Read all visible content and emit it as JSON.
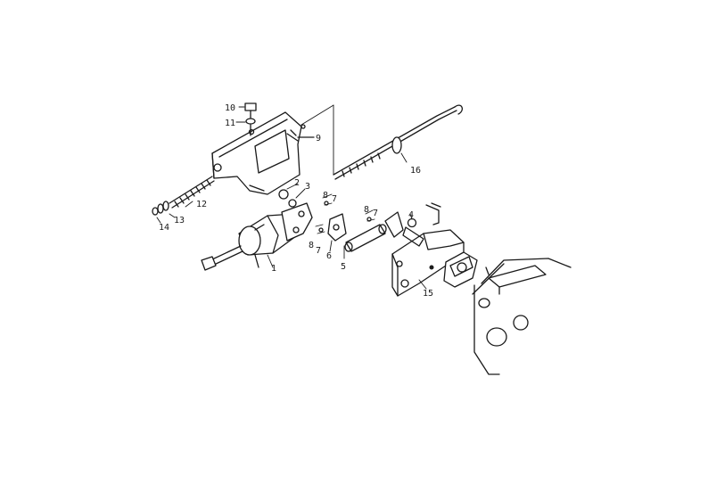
{
  "callouts": {
    "c1": "1",
    "c2": "2",
    "c3": "3",
    "c4": "4",
    "c5": "5",
    "c6": "6",
    "c7a": "7",
    "c7b": "7",
    "c7c": "7",
    "c8a": "8",
    "c8b": "8",
    "c8c": "8",
    "c9": "9",
    "c10": "10",
    "c11": "11",
    "c12": "12",
    "c13": "13",
    "c14": "14",
    "c15": "15",
    "c16": "16"
  }
}
